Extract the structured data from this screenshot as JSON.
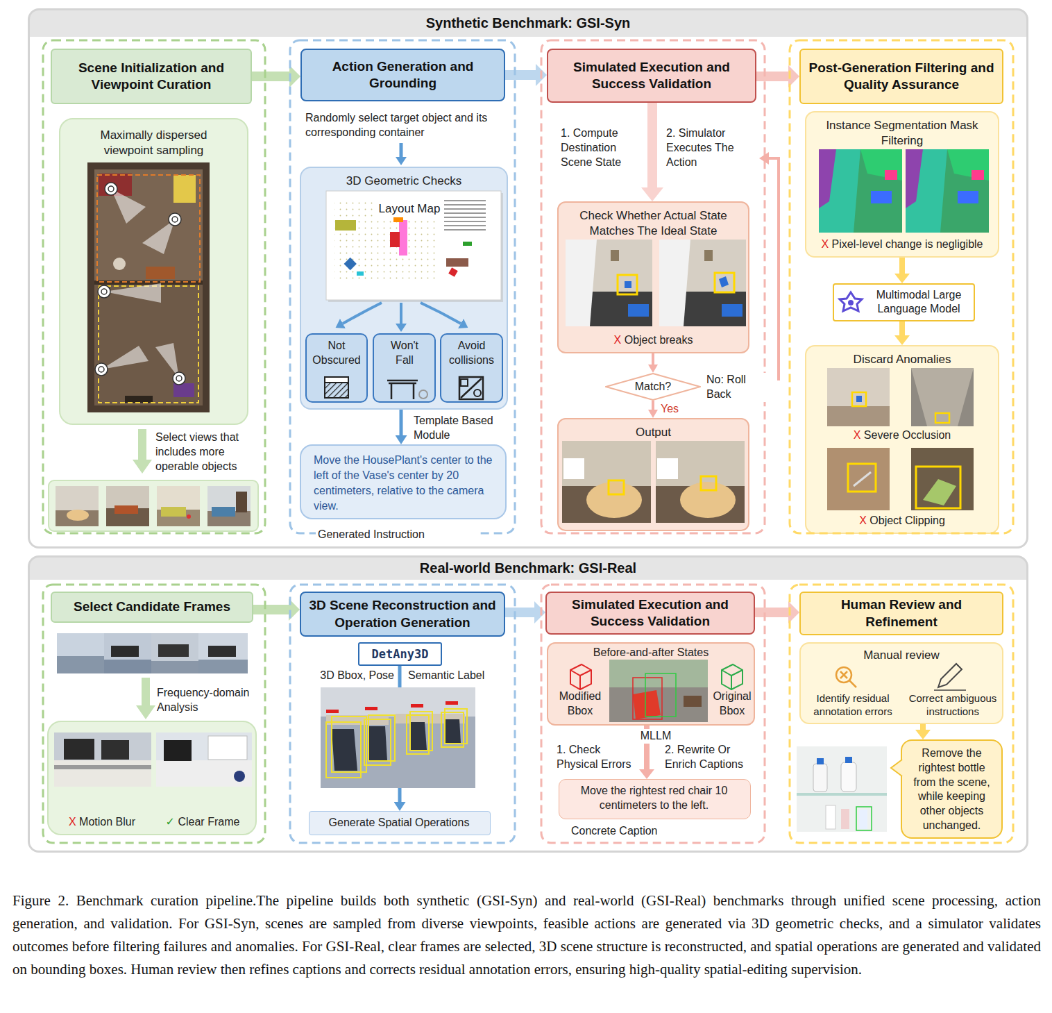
{
  "diagram": {
    "caption": "Figure 2. Benchmark curation pipeline.The pipeline builds both synthetic (GSI-Syn) and real-world (GSI-Real) benchmarks through unified scene processing, action generation, and validation. For GSI-Syn, scenes are sampled from diverse viewpoints, feasible actions are generated via 3D geometric checks, and a simulator validates outcomes before filtering failures and anomalies. For GSI-Real, clear frames are selected, 3D scene structure is reconstructed, and spatial operations are generated and validated on bounding boxes. Human review then refines captions and corrects residual annotation errors, ensuring high-quality spatial-editing supervision.",
    "nodes": [
      {
        "text": [
          "Synthetic Benchmark: GSI-Syn"
        ]
      },
      {
        "text": [
          "Scene Initialization and Viewpoint Curation"
        ],
        "in": 0
      },
      {
        "text": [
          "Maximally dispersed viewpoint sampling"
        ],
        "in": 0
      },
      {
        "text": [
          "Action Generation and Grounding"
        ],
        "in": 0
      },
      {
        "text": [
          "3D Geometric Checks"
        ],
        "in": 0
      },
      {
        "text": [
          "Not Obscured"
        ],
        "in": 4
      },
      {
        "text": [
          "Won't Fall"
        ],
        "in": 4
      },
      {
        "text": [
          "Avoid collisions"
        ],
        "in": 4
      },
      {
        "text": [
          "Move the HousePlant's center to the left of the Vase's center by 20 centimeters, relative to the camera view.",
          "Generated Instruction"
        ],
        "in": 0
      },
      {
        "text": [
          "Simulated Execution and Success Validation"
        ],
        "in": 0
      },
      {
        "text": [
          "Check Whether Actual State Matches The Ideal State",
          "X Object breaks"
        ],
        "in": 0
      },
      {
        "text": [
          "Match?"
        ],
        "in": 0
      },
      {
        "text": [
          "Output"
        ],
        "in": 0
      },
      {
        "text": [
          "Post-Generation Filtering and Quality Assurance"
        ],
        "in": 0
      },
      {
        "text": [
          "Instance Segmentation Mask Filtering",
          "X Pixel-level change is negligible"
        ],
        "in": 0
      },
      {
        "text": [
          "Multimodal Large Language Model"
        ],
        "in": 0
      },
      {
        "text": [
          "Discard Anomalies",
          "X Severe Occlusion",
          "X Object Clipping"
        ],
        "in": 0
      },
      {
        "text": [
          "Real-world Benchmark: GSI-Real"
        ]
      },
      {
        "text": [
          "Select Candidate Frames"
        ],
        "in": 17
      },
      {
        "text": [
          "X Motion Blur",
          "✓ Clear Frame"
        ],
        "in": 17
      },
      {
        "text": [
          "3D Scene Reconstruction and Operation Generation"
        ],
        "in": 17
      },
      {
        "text": [
          "DetAny3D"
        ],
        "in": 17
      },
      {
        "text": [
          "Generate Spatial Operations"
        ],
        "in": 17
      },
      {
        "text": [
          "Simulated Execution and Success Validation"
        ],
        "in": 17
      },
      {
        "text": [
          "Before-and-after States",
          "Modified Bbox",
          "Original Bbox"
        ],
        "in": 17
      },
      {
        "text": [
          "Move the rightest red chair 10 centimeters to the left.",
          "Concrete Caption"
        ],
        "in": 17
      },
      {
        "text": [
          "Human Review and Refinement"
        ],
        "in": 17
      },
      {
        "text": [
          "Manual review",
          "Identify residual annotation errors",
          "Correct ambiguous instructions"
        ],
        "in": 17
      },
      {
        "text": [
          "Remove the rightest bottle from the scene, while keeping other objects unchanged."
        ],
        "in": 17
      }
    ],
    "edges": [
      {
        "from": 1,
        "to": 3,
        "arrow": "to"
      },
      {
        "from": 3,
        "to": 9,
        "arrow": "to"
      },
      {
        "from": 9,
        "to": 13,
        "arrow": "to"
      },
      {
        "from": 4,
        "to": 8,
        "arrow": "to",
        "label": "Template Based Module"
      },
      {
        "from": 9,
        "to": 10,
        "arrow": "to"
      },
      {
        "from": 10,
        "to": 11,
        "arrow": "to"
      },
      {
        "from": 11,
        "to": 12,
        "arrow": "to",
        "label": "Yes"
      },
      {
        "from": 14,
        "to": 15,
        "arrow": "to"
      },
      {
        "from": 15,
        "to": 16,
        "arrow": "to"
      },
      {
        "from": 18,
        "to": 20,
        "arrow": "to"
      },
      {
        "from": 20,
        "to": 23,
        "arrow": "to"
      },
      {
        "from": 23,
        "to": 26,
        "arrow": "to"
      },
      {
        "from": 21,
        "to": 22,
        "arrow": "to"
      },
      {
        "from": 24,
        "to": 25,
        "arrow": "to"
      },
      {
        "from": 27,
        "to": 28,
        "arrow": "to"
      }
    ],
    "labels": [
      "Select views that includes more operable objects",
      "Randomly select target object and its corresponding container",
      "Layout Map",
      "1. Compute Destination Scene State",
      "2. Simulator Executes The Action",
      "No: Roll Back",
      "Frequency-domain Analysis",
      "3D Bbox, Pose",
      "Semantic Label",
      "MLLM",
      "1. Check Physical Errors",
      "2. Rewrite Or Enrich Captions"
    ]
  }
}
